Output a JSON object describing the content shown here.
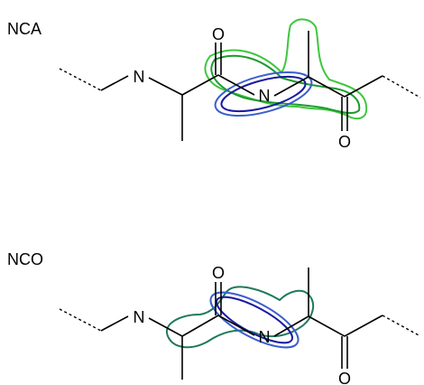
{
  "panels": [
    {
      "label": "NCA",
      "atoms": {
        "n_left": "N",
        "n_center": "N",
        "o_top": "O",
        "o_bottom": "O"
      },
      "highlight_colors": [
        "#1a1aa0",
        "#3a5fcd",
        "#1e9a2e",
        "#3ec73e"
      ]
    },
    {
      "label": "NCO",
      "atoms": {
        "n_left": "N",
        "n_center": "N",
        "o_top": "O",
        "o_bottom": "O"
      },
      "highlight_colors": [
        "#1a1aa0",
        "#3a5fcd",
        "#1f7a5a"
      ]
    }
  ]
}
